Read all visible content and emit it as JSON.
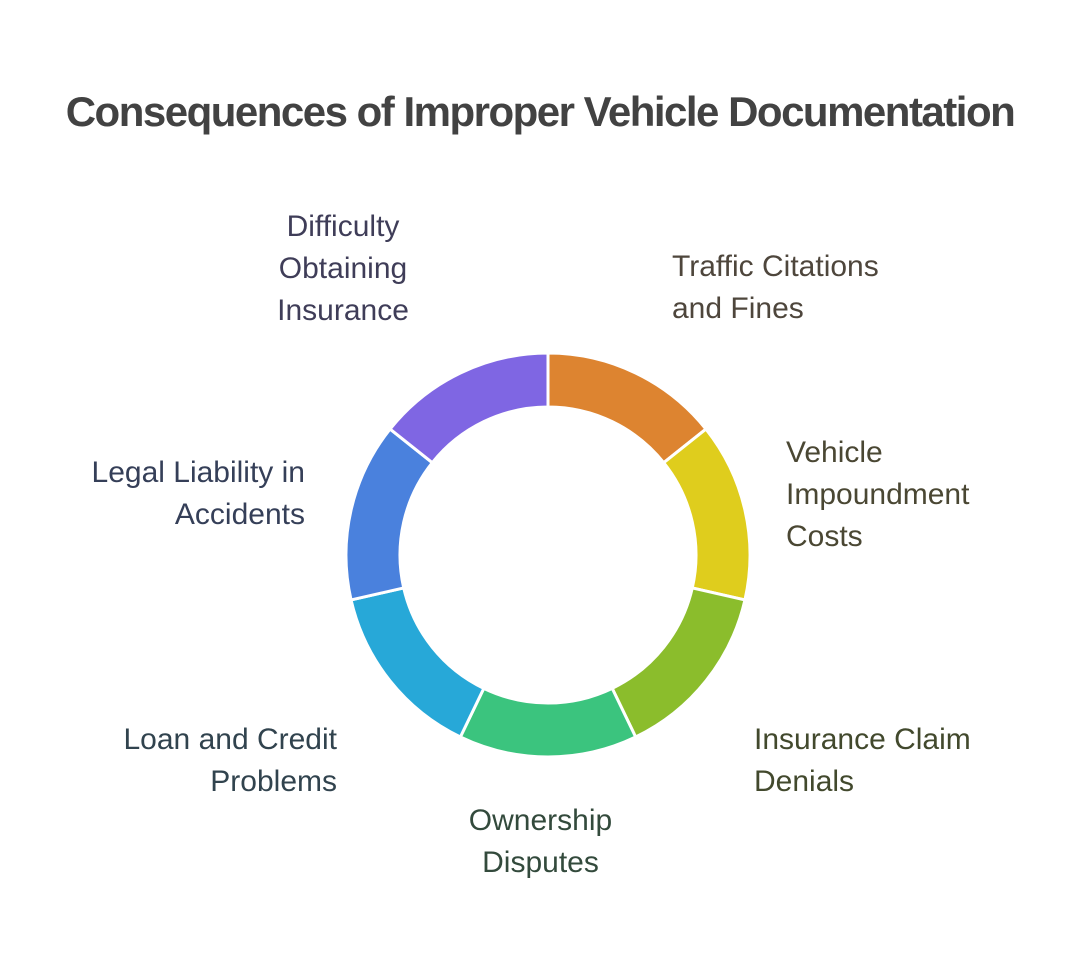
{
  "page": {
    "background_color": "#FFFFFF"
  },
  "header": {
    "title": "Consequences of Improper Vehicle Documentation",
    "title_color": "#424242"
  },
  "chart_data": {
    "type": "pie",
    "subtype": "donut",
    "title": "Consequences of Improper Vehicle Documentation",
    "start_angle_deg": 0,
    "direction": "clockwise",
    "inner_radius_ratio": 0.73,
    "gap_color": "#FFFFFF",
    "legend_position": "labels-around-ring",
    "categories": [
      "Traffic Citations and Fines",
      "Vehicle Impoundment Costs",
      "Insurance Claim Denials",
      "Ownership Disputes",
      "Loan and Credit Problems",
      "Legal Liability in Accidents",
      "Difficulty Obtaining Insurance"
    ],
    "values": [
      1,
      1,
      1,
      1,
      1,
      1,
      1
    ],
    "value_note": "seven equal segments (~14.3% each)",
    "segments": [
      {
        "id": "traffic-citations",
        "label": "Traffic Citations and Fines",
        "lines": [
          "Traffic Citations",
          "and Fines"
        ],
        "value": 1,
        "color": "#DD8430",
        "label_color": "#4E463C"
      },
      {
        "id": "vehicle-impoundment",
        "label": "Vehicle Impoundment Costs",
        "lines": [
          "Vehicle",
          "Impoundment",
          "Costs"
        ],
        "value": 1,
        "color": "#DFCD1D",
        "label_color": "#4A4733"
      },
      {
        "id": "insurance-claim-denials",
        "label": "Insurance Claim Denials",
        "lines": [
          "Insurance Claim",
          "Denials"
        ],
        "value": 1,
        "color": "#8BBD2C",
        "label_color": "#42492D"
      },
      {
        "id": "ownership-disputes",
        "label": "Ownership Disputes",
        "lines": [
          "Ownership",
          "Disputes"
        ],
        "value": 1,
        "color": "#3BC47E",
        "label_color": "#334A3C"
      },
      {
        "id": "loan-credit-problems",
        "label": "Loan and Credit Problems",
        "lines": [
          "Loan and Credit",
          "Problems"
        ],
        "value": 1,
        "color": "#27A8D8",
        "label_color": "#31434E"
      },
      {
        "id": "legal-liability",
        "label": "Legal Liability in Accidents",
        "lines": [
          "Legal Liability in",
          "Accidents"
        ],
        "value": 1,
        "color": "#4A81DD",
        "label_color": "#353F58"
      },
      {
        "id": "difficulty-obtaining-insurance",
        "label": "Difficulty Obtaining Insurance",
        "lines": [
          "Difficulty",
          "Obtaining",
          "Insurance"
        ],
        "value": 1,
        "color": "#7F66E3",
        "label_color": "#3F3D58"
      }
    ]
  }
}
